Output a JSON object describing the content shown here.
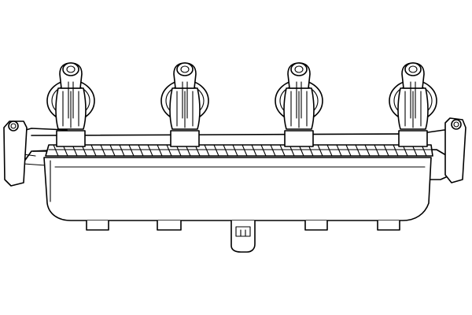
{
  "figure": {
    "kind": "line-drawing",
    "subject": "ignition-coil-pack",
    "tower_count": 4,
    "line_color": "#000000",
    "background": "#ffffff"
  }
}
